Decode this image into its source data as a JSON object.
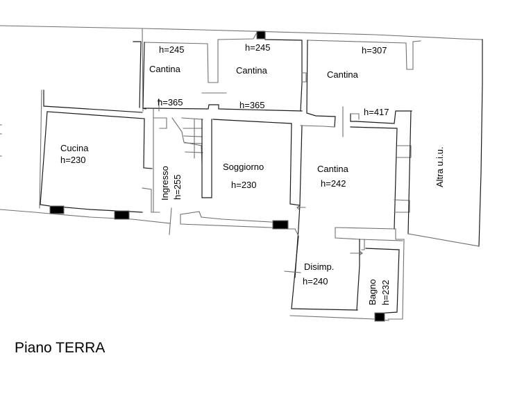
{
  "plan": {
    "floor_title": "Piano TERRA",
    "rooms": [
      {
        "name": "Cantina",
        "height": "h=245",
        "height2": "h=365"
      },
      {
        "name": "Cantina",
        "height": "h=245",
        "height2": "h=365"
      },
      {
        "name": "Cantina",
        "height": "h=307",
        "height2": "h=417"
      },
      {
        "name": "Cucina",
        "height": "h=230"
      },
      {
        "name": "Ingresso",
        "height": "h=255"
      },
      {
        "name": "Soggiorno",
        "height": "h=230"
      },
      {
        "name": "Cantina",
        "height": "h=242"
      },
      {
        "name": "Altra u.i.u."
      },
      {
        "name": "Disimp.",
        "height": "h=240"
      },
      {
        "name": "Bagno",
        "height": "h=232"
      }
    ]
  }
}
